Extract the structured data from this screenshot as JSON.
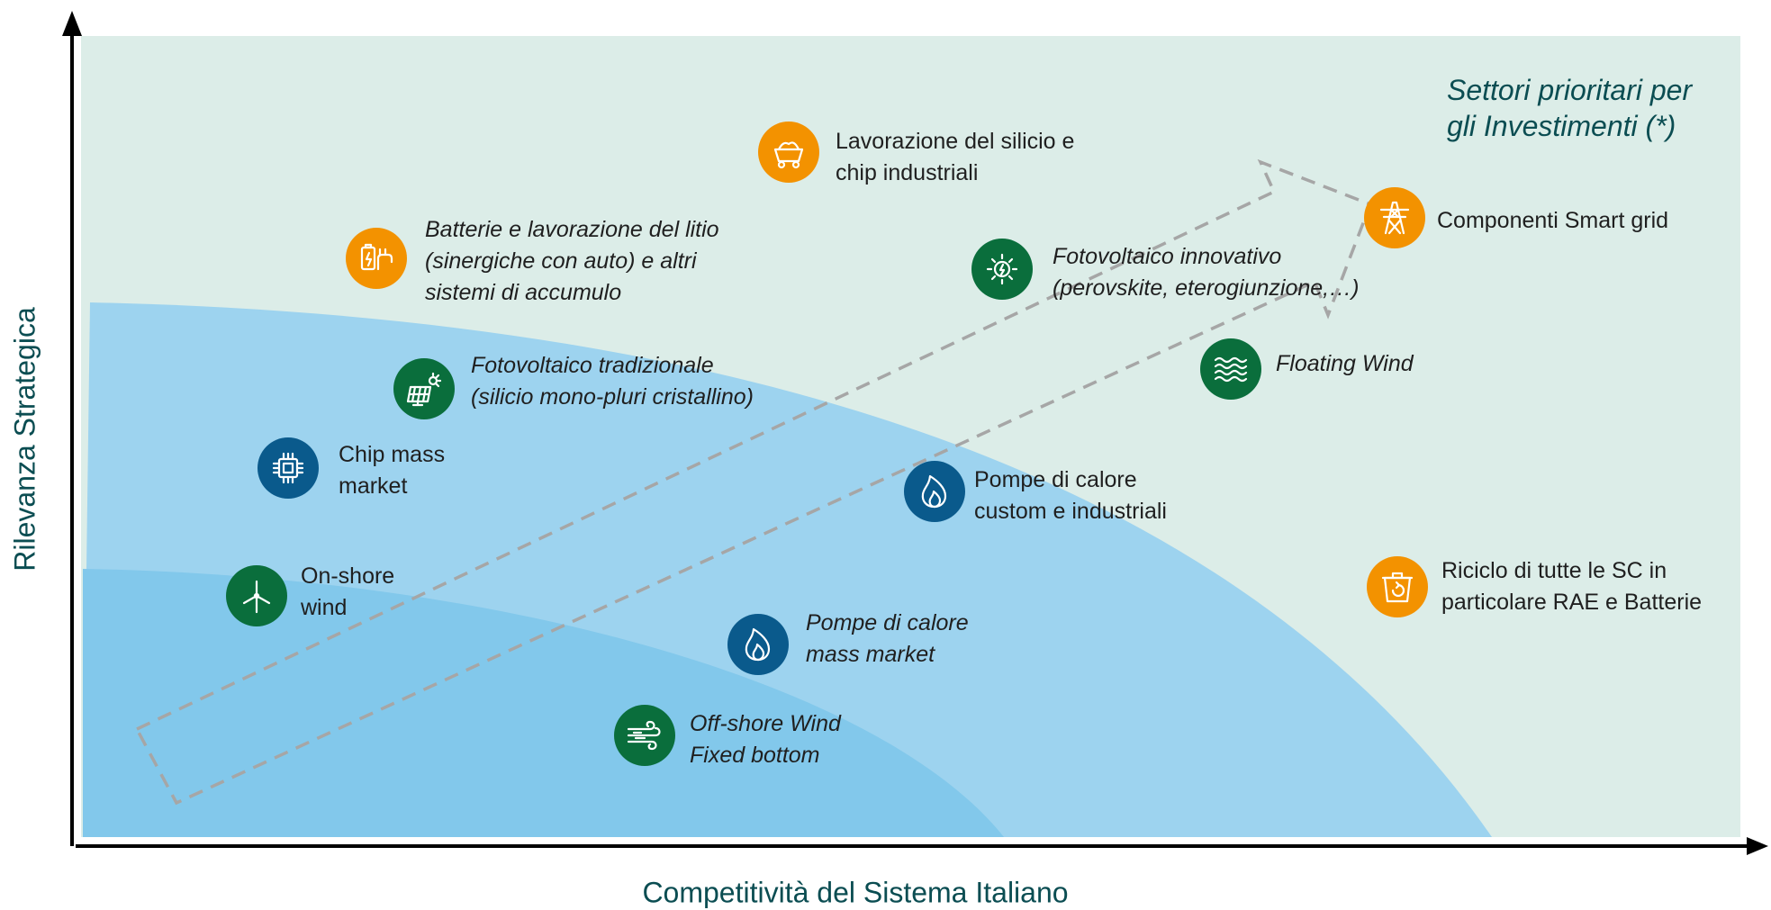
{
  "axes": {
    "x_title": "Competitività del Sistema Italiano",
    "y_title": "Rilevanza Strategica"
  },
  "corner_title": {
    "lines": [
      "Settori prioritari per",
      "gli Investimenti (*)"
    ]
  },
  "colors": {
    "background_zone": "#dcede8",
    "outer_zone": "#9dd3ef",
    "inner_zone": "#82c8eb",
    "arrow": "#a6a6a6",
    "axis": "#000000",
    "title_text": "#0b4d52",
    "orange": "#f39200",
    "green": "#0a6e3c",
    "blue": "#0a5a8c"
  },
  "items": [
    {
      "id": "lavorazione-silicio",
      "color": "orange",
      "icon": "mine-cart-icon",
      "italic": false,
      "lines": [
        "Lavorazione del silicio  e",
        "chip industriali"
      ]
    },
    {
      "id": "batterie",
      "color": "orange",
      "icon": "battery-plug-icon",
      "italic": true,
      "lines": [
        "Batterie e lavorazione del litio",
        "(sinergiche con auto) e altri",
        "sistemi di accumulo"
      ]
    },
    {
      "id": "fotovoltaico-innovativo",
      "color": "green",
      "icon": "solar-cell-icon",
      "italic": true,
      "lines": [
        "Fotovoltaico innovativo",
        "(perovskite, eterogiunzione,…)"
      ]
    },
    {
      "id": "smart-grid",
      "color": "orange",
      "icon": "power-pylon-icon",
      "italic": false,
      "lines": [
        "Componenti Smart grid"
      ]
    },
    {
      "id": "fotovoltaico-tradizionale",
      "color": "green",
      "icon": "solar-panel-icon",
      "italic": true,
      "lines": [
        "Fotovoltaico tradizionale",
        "(silicio mono-pluri cristallino)"
      ]
    },
    {
      "id": "floating-wind",
      "color": "green",
      "icon": "waves-icon",
      "italic": true,
      "lines": [
        "Floating Wind"
      ]
    },
    {
      "id": "chip-mass-market",
      "color": "blue",
      "icon": "chip-icon",
      "italic": false,
      "lines": [
        "Chip mass",
        "market"
      ]
    },
    {
      "id": "pompe-custom",
      "color": "blue",
      "icon": "flame-icon",
      "italic": false,
      "lines": [
        "Pompe di calore",
        "custom e industriali"
      ]
    },
    {
      "id": "riciclo",
      "color": "orange",
      "icon": "recycle-bin-icon",
      "italic": false,
      "lines": [
        "Riciclo di tutte le SC in",
        "particolare RAE e Batterie"
      ]
    },
    {
      "id": "on-shore-wind",
      "color": "green",
      "icon": "wind-turbine-icon",
      "italic": false,
      "lines": [
        "On-shore",
        "wind"
      ]
    },
    {
      "id": "pompe-mass",
      "color": "blue",
      "icon": "flame-icon",
      "italic": true,
      "lines": [
        "Pompe di calore",
        "mass market"
      ]
    },
    {
      "id": "off-shore-wind",
      "color": "green",
      "icon": "wind-icon",
      "italic": true,
      "lines": [
        "Off-shore Wind",
        "Fixed bottom"
      ]
    }
  ]
}
